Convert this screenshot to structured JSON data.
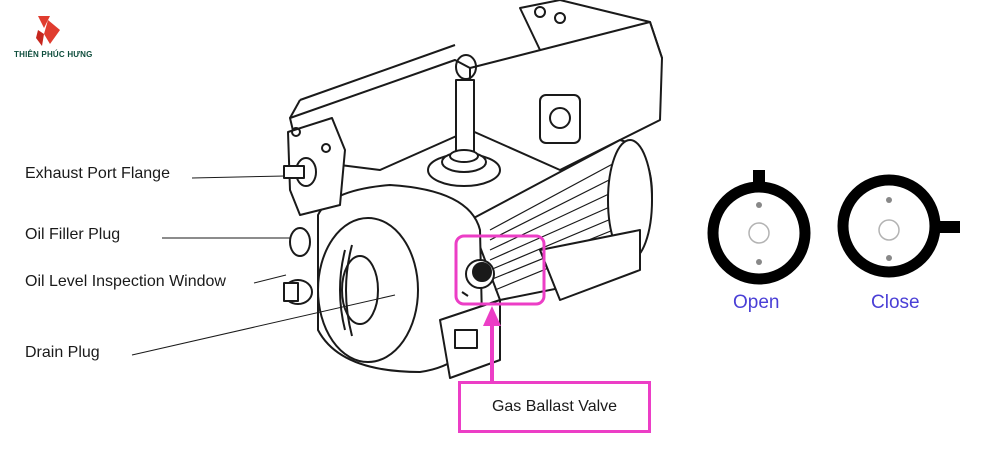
{
  "brand": {
    "name": "THIÊN PHÚC HƯNG",
    "logo_color": "#e03c2f",
    "text_color": "#0e4d3c"
  },
  "labels": {
    "exhaust_port_flange": "Exhaust Port Flange",
    "oil_filler_plug": "Oil Filler Plug",
    "oil_level_window": "Oil Level Inspection Window",
    "drain_plug": "Drain Plug",
    "gas_ballast_valve": "Gas Ballast Valve"
  },
  "valve_states": {
    "open": "Open",
    "close": "Close"
  },
  "colors": {
    "highlight": "#ec3ec6",
    "state_text": "#4a3fd6",
    "line": "#1a1a1a"
  }
}
